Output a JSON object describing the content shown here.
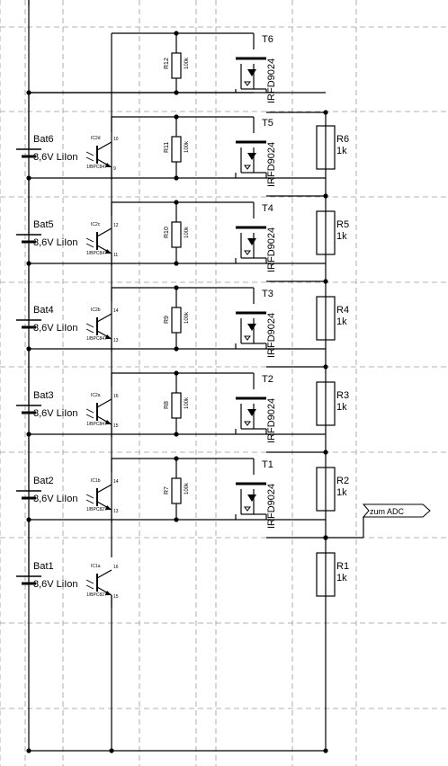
{
  "stages": [
    {
      "battery": "Bat1",
      "bat_type": "3,6V LiIon",
      "ic": "IC1a",
      "ic_part": "1/BPC827",
      "pin_a": "16",
      "pin_b": "15",
      "res_div": "R1",
      "res_div_val": "1k",
      "res_pull": null,
      "res_pull_val": null,
      "fet": null,
      "fet_part": null
    },
    {
      "battery": "Bat2",
      "bat_type": "3,6V LiIon",
      "ic": "IC1b",
      "ic_part": "1/BPC827",
      "pin_a": "14",
      "pin_b": "13",
      "res_div": "R2",
      "res_div_val": "1k",
      "res_pull": "R7",
      "res_pull_val": "100k",
      "fet": "T1",
      "fet_part": "IRFD9024"
    },
    {
      "battery": "Bat3",
      "bat_type": "3,6V LiIon",
      "ic": "IC2a",
      "ic_part": "1/BPC847",
      "pin_a": "16",
      "pin_b": "15",
      "res_div": "R3",
      "res_div_val": "1k",
      "res_pull": "R8",
      "res_pull_val": "100k",
      "fet": "T2",
      "fet_part": "IRFD9024"
    },
    {
      "battery": "Bat4",
      "bat_type": "3,6V LiIon",
      "ic": "IC2b",
      "ic_part": "1/BPC847",
      "pin_a": "14",
      "pin_b": "13",
      "res_div": "R4",
      "res_div_val": "1k",
      "res_pull": "R9",
      "res_pull_val": "100k",
      "fet": "T3",
      "fet_part": "IRFD9024"
    },
    {
      "battery": "Bat5",
      "bat_type": "3,6V LiIon",
      "ic": "IC2c",
      "ic_part": "1/BPC847",
      "pin_a": "12",
      "pin_b": "11",
      "res_div": "R5",
      "res_div_val": "1k",
      "res_pull": "R10",
      "res_pull_val": "100k",
      "fet": "T4",
      "fet_part": "IRFD9024"
    },
    {
      "battery": "Bat6",
      "bat_type": "3,6V LiIon",
      "ic": "IC2d",
      "ic_part": "1/BPC847",
      "pin_a": "10",
      "pin_b": "9",
      "res_div": "R6",
      "res_div_val": "1k",
      "res_pull": "R11",
      "res_pull_val": "100k",
      "fet": "T5",
      "fet_part": "IRFD9024"
    },
    {
      "battery": null,
      "bat_type": null,
      "ic": null,
      "ic_part": null,
      "pin_a": null,
      "pin_b": null,
      "res_div": null,
      "res_div_val": null,
      "res_pull": "R12",
      "res_pull_val": "100k",
      "fet": "T6",
      "fet_part": "IRFD9024"
    }
  ],
  "adc_label": "zum ADC",
  "colors": {
    "wire": "#000000",
    "grid": "#9a9a9a",
    "bg": "#ffffff"
  }
}
